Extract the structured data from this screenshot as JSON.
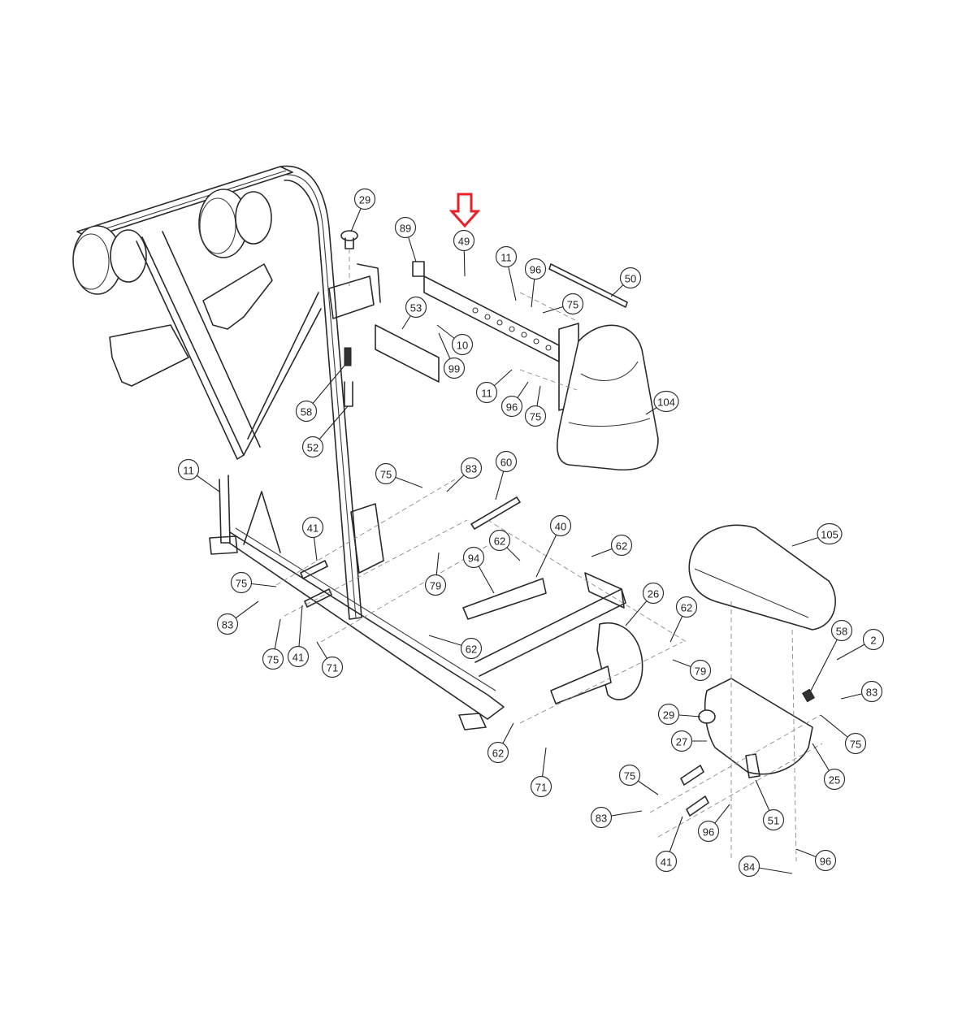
{
  "diagram": {
    "title": "Exploded parts diagram",
    "highlight": {
      "part": "49",
      "color": "#e8202a",
      "icon": "down-arrow-outline"
    },
    "callouts": [
      "29",
      "89",
      "49",
      "11",
      "96",
      "75",
      "50",
      "53",
      "10",
      "99",
      "11",
      "96",
      "75",
      "104",
      "58",
      "52",
      "11",
      "75",
      "83",
      "60",
      "41",
      "62",
      "40",
      "94",
      "62",
      "79",
      "75",
      "83",
      "75",
      "41",
      "71",
      "26",
      "62",
      "105",
      "62",
      "79",
      "58",
      "2",
      "83",
      "62",
      "29",
      "27",
      "75",
      "25",
      "71",
      "75",
      "83",
      "96",
      "41",
      "51",
      "84",
      "96"
    ]
  }
}
